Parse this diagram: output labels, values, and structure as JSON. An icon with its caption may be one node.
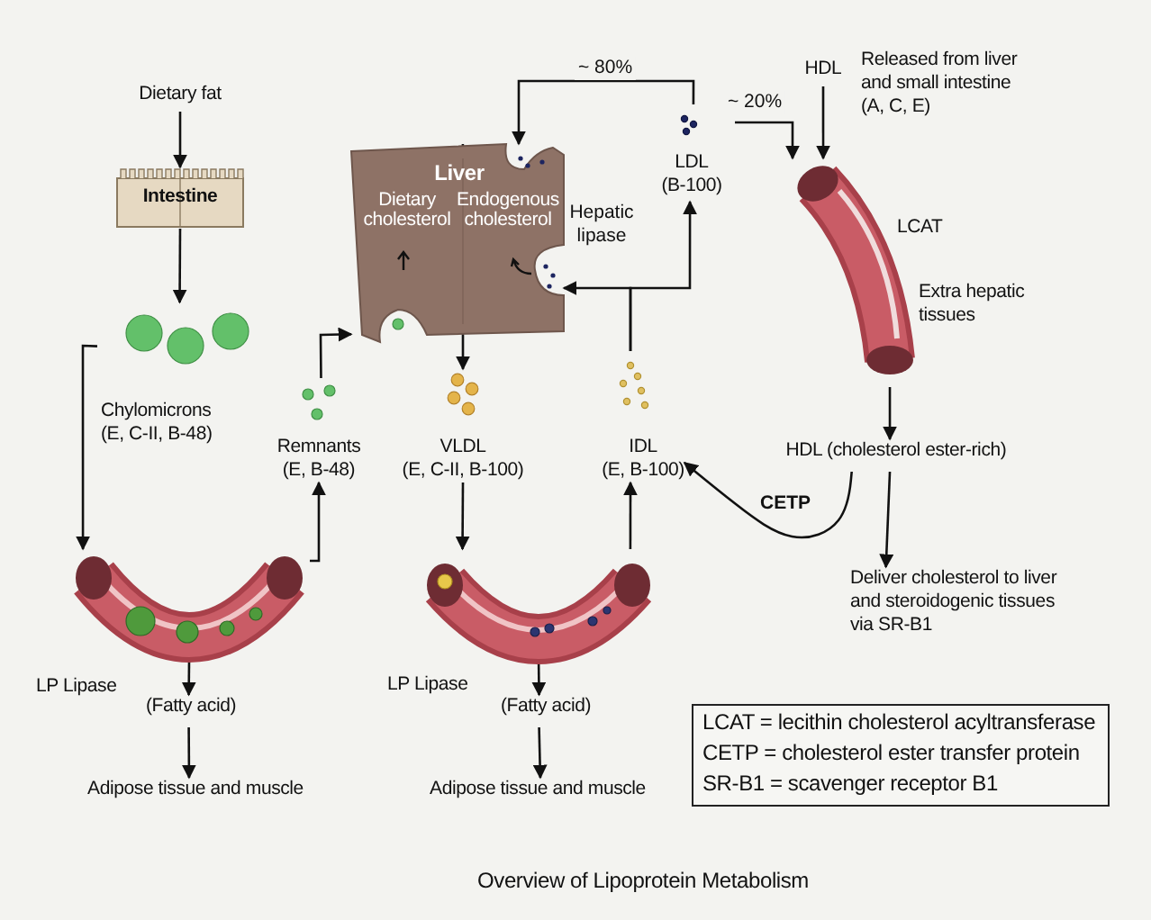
{
  "diagram": {
    "caption": "Overview of Lipoprotein Metabolism",
    "nodes": [
      {
        "text": [
          "Dietary fat"
        ]
      },
      {
        "text": [
          "Intestine"
        ]
      },
      {
        "text": [],
        "shape": "picture",
        "beside": [
          "Chylomicrons",
          "(E, C-II, B-48)"
        ]
      },
      {
        "text": [],
        "shape": "picture"
      },
      {
        "text": [],
        "shape": "picture"
      },
      {
        "text": [
          "(Fatty acid)"
        ]
      },
      {
        "text": [
          "Adipose tissue and muscle"
        ]
      },
      {
        "text": [],
        "shape": "picture",
        "beside": [
          "Remnants",
          "(E, B-48)"
        ]
      },
      {
        "text": [
          "Liver",
          "Dietary cholesterol",
          "Endogenous cholesterol"
        ]
      },
      {
        "text": [],
        "shape": "picture",
        "beside": [
          "VLDL",
          "(E, C-II, B-100)"
        ]
      },
      {
        "text": [
          "(Fatty acid)"
        ]
      },
      {
        "text": [
          "Adipose tissue and muscle"
        ]
      },
      {
        "text": [],
        "shape": "picture",
        "beside": [
          "IDL",
          "(E, B-100)"
        ]
      },
      {
        "text": [],
        "shape": "picture",
        "beside": [
          "LDL",
          "(B-100)"
        ]
      },
      {
        "text": [
          "HDL"
        ]
      },
      {
        "text": [],
        "shape": "picture",
        "beside": [
          "LCAT",
          "Extra hepatic tissues"
        ]
      },
      {
        "text": [
          "HDL (cholesterol ester-rich)"
        ]
      },
      {
        "text": [
          "Deliver cholesterol to liver and steroidogenic tissues via SR-B1"
        ]
      },
      {
        "text": [
          "LCAT = lecithin cholesterol acyltransferase",
          "CETP = cholesterol ester transfer protein",
          "SR-B1 = scavenger receptor B1"
        ]
      }
    ],
    "edges": [
      {
        "from": 0,
        "to": 1,
        "arrow": "to"
      },
      {
        "from": 1,
        "to": 2,
        "arrow": "to"
      },
      {
        "from": 2,
        "to": 3,
        "arrow": "to"
      },
      {
        "from": 3,
        "to": 5,
        "arrow": "to"
      },
      {
        "from": 5,
        "to": 6,
        "arrow": "to"
      },
      {
        "from": 3,
        "to": 7,
        "arrow": "to"
      },
      {
        "from": 7,
        "to": 8,
        "arrow": "to"
      },
      {
        "from": 8,
        "to": 9,
        "arrow": "to"
      },
      {
        "from": 9,
        "to": 4,
        "arrow": "to"
      },
      {
        "from": 4,
        "to": 10,
        "arrow": "to"
      },
      {
        "from": 10,
        "to": 11,
        "arrow": "to"
      },
      {
        "from": 4,
        "to": 12,
        "arrow": "to"
      },
      {
        "from": 12,
        "to": 13,
        "arrow": "to"
      },
      {
        "from": 12,
        "to": 8,
        "label": "Hepatic lipase",
        "arrow": "to"
      },
      {
        "from": 13,
        "to": 8,
        "label": "~ 80%",
        "arrow": "to"
      },
      {
        "from": 13,
        "to": 15,
        "label": "~ 20%",
        "arrow": "to"
      },
      {
        "from": 14,
        "to": 15,
        "arrow": "to"
      },
      {
        "from": 15,
        "to": 16,
        "arrow": "to"
      },
      {
        "from": 16,
        "to": 17,
        "arrow": "to"
      },
      {
        "from": 16,
        "to": 12,
        "label": "CETP",
        "arrow": "to"
      }
    ],
    "labels": [
      "LP Lipase",
      "LP Lipase",
      "Released from liver and small intestine (A, C, E)"
    ]
  }
}
